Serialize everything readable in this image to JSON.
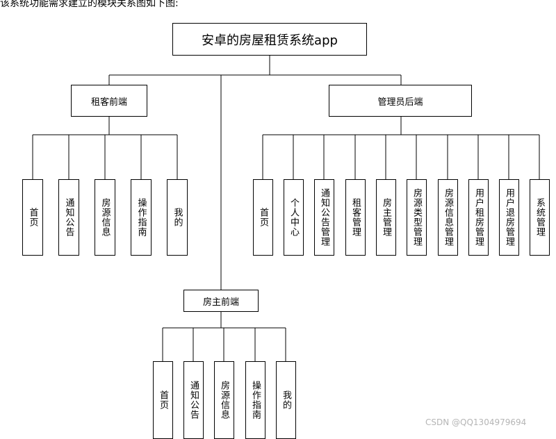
{
  "intro_text": "该系统功能需求建立的模块关系图如下图:",
  "root": "安卓的房屋租赁系统app",
  "branches": {
    "tenant": {
      "label": "租客前端",
      "children": [
        "首页",
        "通知公告",
        "房源信息",
        "操作指南",
        "我的"
      ]
    },
    "admin": {
      "label": "管理员后端",
      "children": [
        "首页",
        "个人中心",
        "通知公告管理",
        "租客管理",
        "房主管理",
        "房源类型管理",
        "房源信息管理",
        "用户租房管理",
        "用户退房管理",
        "系统管理"
      ]
    },
    "landlord": {
      "label": "房主前端",
      "children": [
        "首页",
        "通知公告",
        "房源信息",
        "操作指南",
        "我的"
      ]
    }
  },
  "watermark": "CSDN @QQ1304979694"
}
